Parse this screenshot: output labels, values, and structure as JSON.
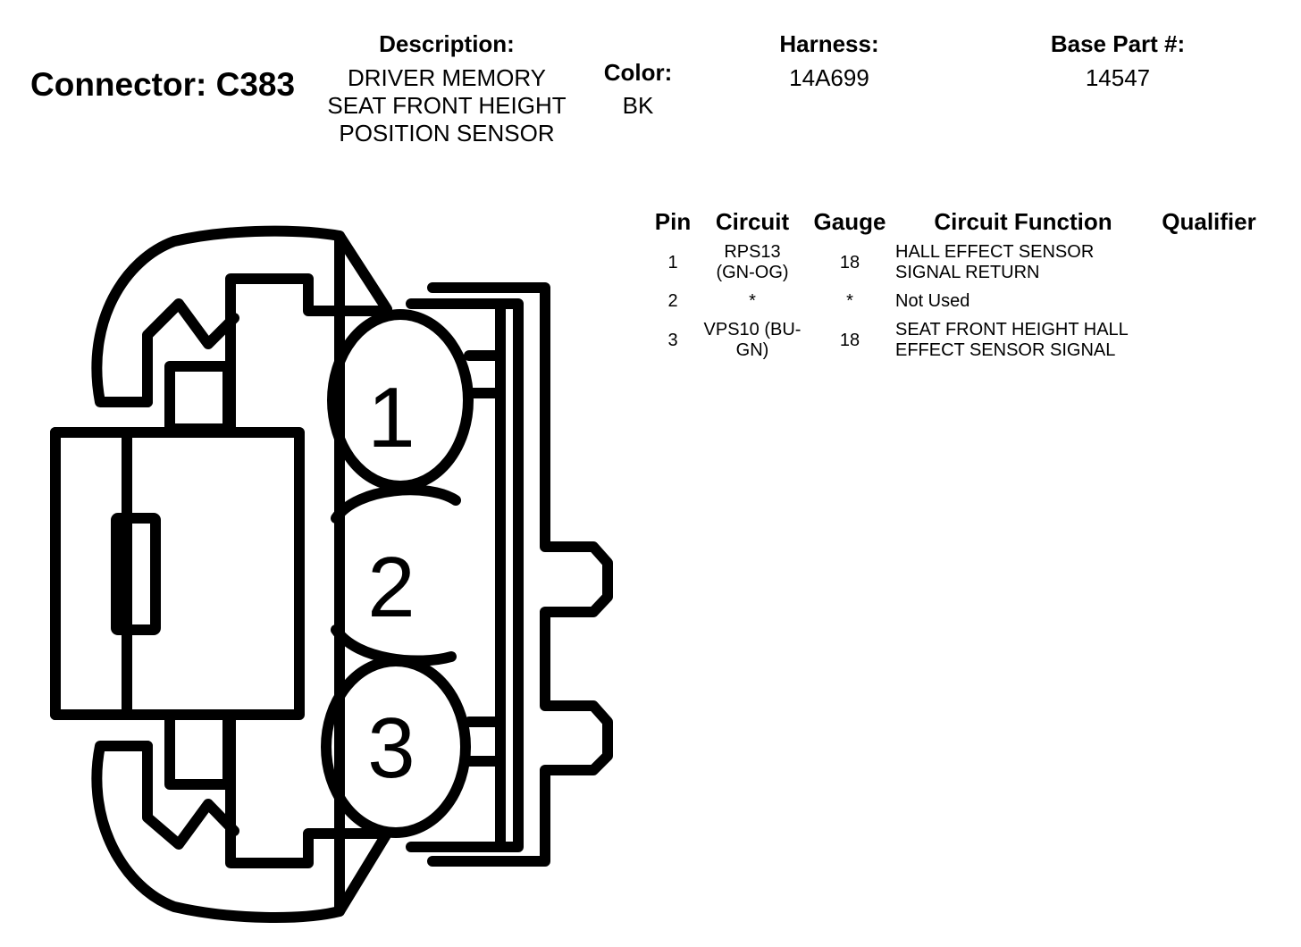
{
  "connector": {
    "title": "Connector: C383"
  },
  "description": {
    "header": "Description:",
    "lines": [
      "DRIVER MEMORY",
      "SEAT FRONT HEIGHT",
      "POSITION SENSOR"
    ]
  },
  "color": {
    "header": "Color:",
    "value": "BK"
  },
  "harness": {
    "header": "Harness:",
    "value": "14A699"
  },
  "base_part": {
    "header": "Base Part #:",
    "value": "14547"
  },
  "table": {
    "headers": {
      "pin": "Pin",
      "circuit": "Circuit",
      "gauge": "Gauge",
      "function": "Circuit Function",
      "qualifier": "Qualifier"
    },
    "rows": [
      {
        "pin": "1",
        "circuit": [
          "RPS13",
          "(GN-OG)"
        ],
        "gauge": "18",
        "function": [
          "HALL EFFECT SENSOR",
          "SIGNAL RETURN"
        ],
        "qualifier": ""
      },
      {
        "pin": "2",
        "circuit": [
          "*"
        ],
        "gauge": "*",
        "function": [
          "Not Used"
        ],
        "qualifier": ""
      },
      {
        "pin": "3",
        "circuit": [
          "VPS10 (BU-",
          "GN)"
        ],
        "gauge": "18",
        "function": [
          "SEAT FRONT HEIGHT HALL",
          "EFFECT SENSOR SIGNAL"
        ],
        "qualifier": ""
      }
    ]
  },
  "diagram": {
    "pin_labels": [
      "1",
      "2",
      "3"
    ]
  }
}
